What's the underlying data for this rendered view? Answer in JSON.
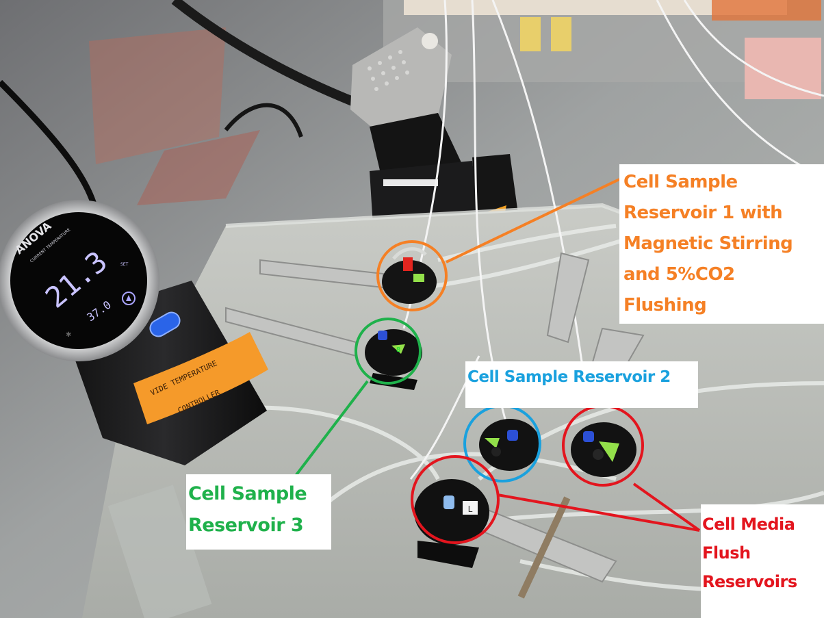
{
  "image": {
    "description": "Annotated photo of a lab setup: Anova sous-vide temperature controller in a water bath with clamped cell reservoirs and tubing"
  },
  "device": {
    "brand": "ANOVA",
    "subtitle": "CURRENT TEMPERATURE",
    "current_temperature": "21.3",
    "set_label": "SET",
    "set_temperature": "37.0",
    "sleeve_label": [
      "VIDE TEMPERATURE",
      "CONTROLLER"
    ]
  },
  "annotations": [
    {
      "id": "res1",
      "lines": [
        "Cell Sample",
        "Reservoir 1 with",
        "Magnetic Stirring",
        "and 5%CO2",
        "Flushing"
      ],
      "color": "#f58025"
    },
    {
      "id": "res2",
      "lines": [
        "Cell Sample Reservoir 2"
      ],
      "color": "#1aa1de"
    },
    {
      "id": "res3",
      "lines": [
        "Cell Sample",
        "Reservoir 3"
      ],
      "color": "#1fb14b"
    },
    {
      "id": "flush",
      "lines": [
        "Cell Media",
        "Flush",
        "Reservoirs"
      ],
      "color": "#e3151e"
    }
  ],
  "tags": {
    "res3_tag": "8",
    "flush_left_tag": "L"
  }
}
